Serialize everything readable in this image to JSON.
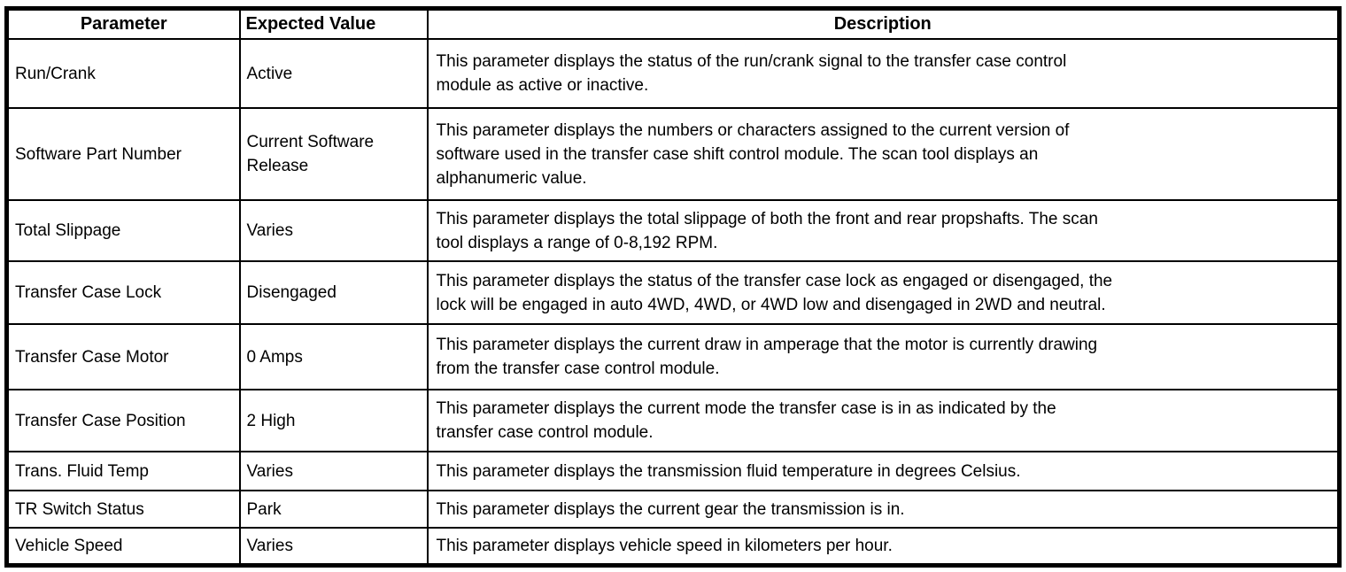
{
  "colors": {
    "border": "#000000",
    "background": "#ffffff",
    "text": "#000000"
  },
  "table": {
    "headers": {
      "parameter": "Parameter",
      "expected_value": "Expected Value",
      "description": "Description"
    },
    "rows": [
      {
        "parameter": "Run/Crank",
        "expected_value": "Active",
        "description": [
          "This parameter displays the status of the run/crank signal to the transfer case control",
          "module as active or inactive."
        ]
      },
      {
        "parameter": "Software Part Number",
        "expected_value": [
          "Current Software",
          "Release"
        ],
        "description": [
          "This parameter displays the numbers or characters assigned to the current version of",
          "software used in the transfer case shift control module. The scan tool displays an",
          "alphanumeric value."
        ]
      },
      {
        "parameter": "Total Slippage",
        "expected_value": "Varies",
        "description": [
          "This parameter displays the total slippage of both the front and rear propshafts. The scan",
          "tool displays a range of 0-8,192 RPM."
        ]
      },
      {
        "parameter": "Transfer Case Lock",
        "expected_value": "Disengaged",
        "description": [
          "This parameter displays the status of the transfer case lock as engaged or disengaged, the",
          "lock will be engaged in auto 4WD, 4WD, or 4WD low and disengaged in 2WD and neutral."
        ]
      },
      {
        "parameter": "Transfer Case Motor",
        "expected_value": "0 Amps",
        "description": [
          "This parameter displays the current draw in amperage that the motor is currently drawing",
          "from the transfer case control module."
        ]
      },
      {
        "parameter": "Transfer Case Position",
        "expected_value": "2 High",
        "description": [
          "This parameter displays the current mode the transfer case is in as indicated by the",
          "transfer case control module."
        ]
      },
      {
        "parameter": "Trans. Fluid Temp",
        "expected_value": "Varies",
        "description": [
          "This parameter displays the transmission fluid temperature in degrees Celsius."
        ]
      },
      {
        "parameter": "TR Switch Status",
        "expected_value": "Park",
        "description": [
          "This parameter displays the current gear the transmission is in."
        ]
      },
      {
        "parameter": "Vehicle Speed",
        "expected_value": "Varies",
        "description": [
          "This parameter displays vehicle speed in kilometers per hour."
        ]
      }
    ]
  }
}
